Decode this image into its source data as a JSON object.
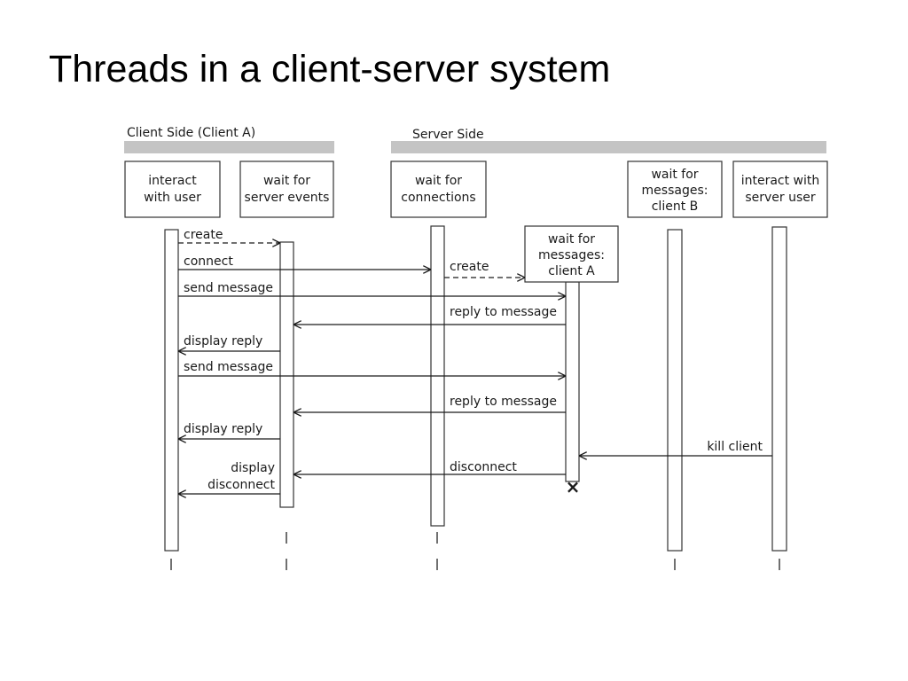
{
  "title": "Threads in a client-server system",
  "sections": {
    "client": "Client Side (Client A)",
    "server": "Server Side"
  },
  "threads": {
    "interact_user": [
      "interact",
      "with user"
    ],
    "wait_server_events": [
      "wait for",
      "server events"
    ],
    "wait_connections": [
      "wait for",
      "connections"
    ],
    "wait_messages_b": [
      "wait for",
      "messages:",
      "client B"
    ],
    "interact_server_user": [
      "interact with",
      "server user"
    ],
    "wait_messages_a": [
      "wait for",
      "messages:",
      "client A"
    ]
  },
  "messages": {
    "create_1": "create",
    "connect": "connect",
    "create_2": "create",
    "send_message_1": "send message",
    "reply_1": "reply to message",
    "display_reply_1": "display reply",
    "send_message_2": "send message",
    "reply_2": "reply to message",
    "display_reply_2": "display reply",
    "kill_client": "kill client",
    "disconnect": "disconnect",
    "display_disconnect": [
      "display",
      "disconnect"
    ]
  },
  "terminator": "×"
}
